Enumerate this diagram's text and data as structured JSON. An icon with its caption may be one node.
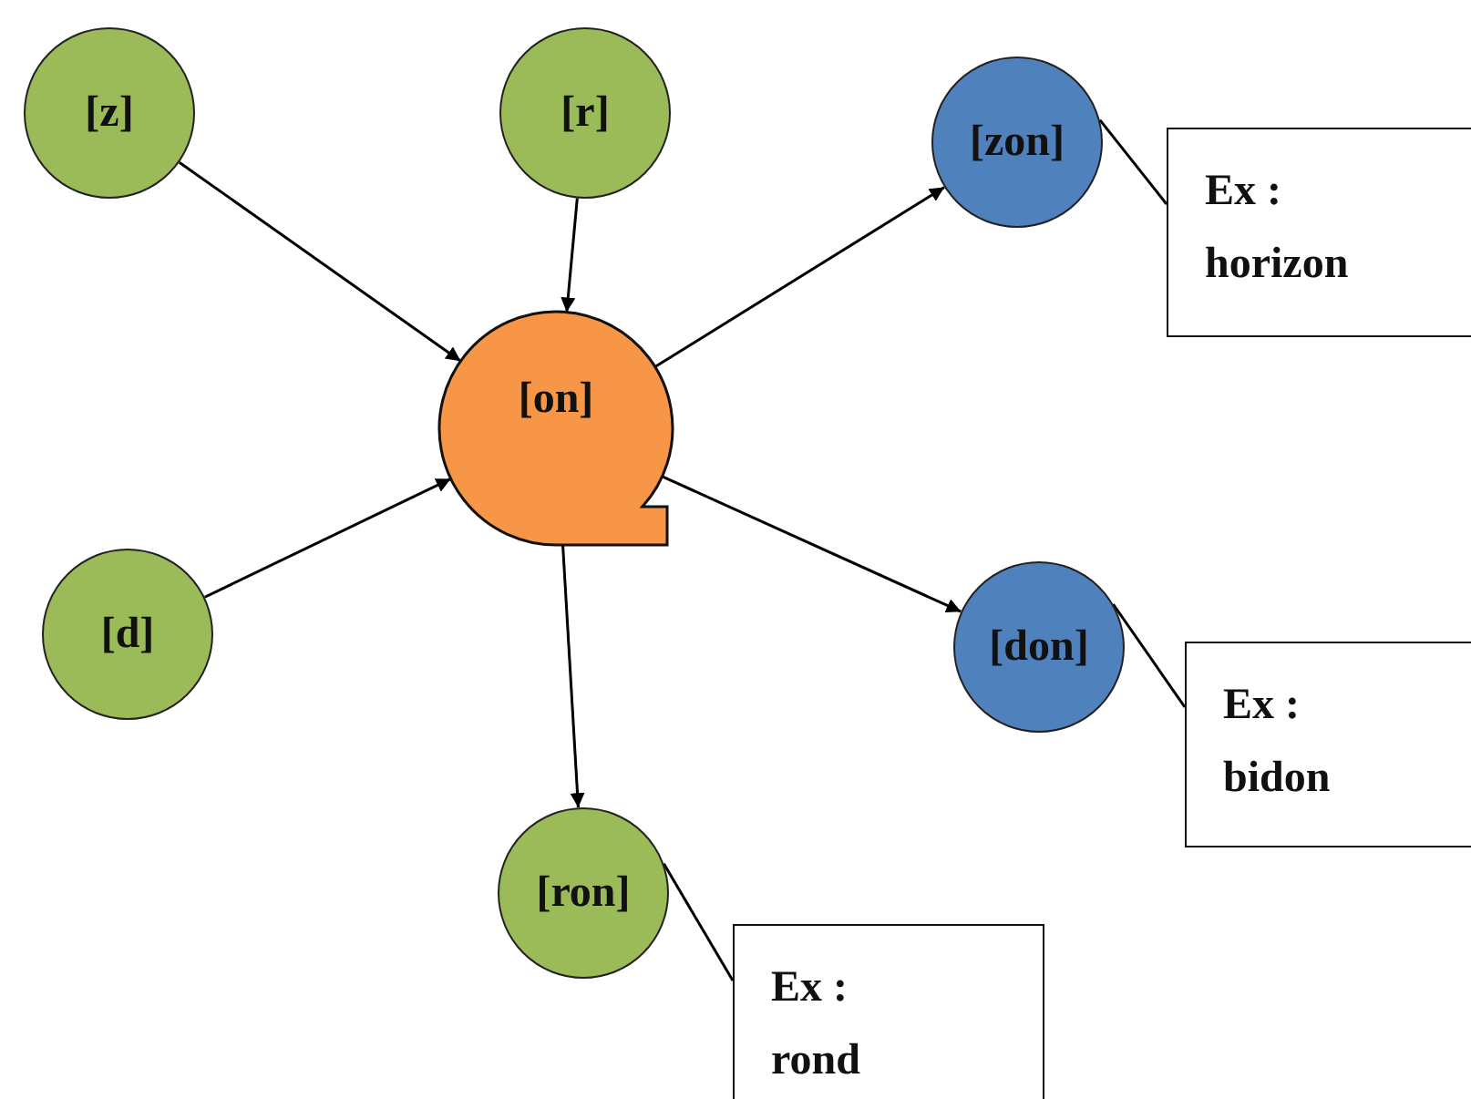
{
  "diagram": {
    "nodes": [
      {
        "text": [
          "[z]"
        ]
      },
      {
        "text": [
          "[r]"
        ]
      },
      {
        "text": [
          "[on]"
        ]
      },
      {
        "text": [
          "[zon]"
        ]
      },
      {
        "text": [
          "Ex :",
          "horizon"
        ]
      },
      {
        "text": [
          "[d]"
        ]
      },
      {
        "text": [
          "[don]"
        ]
      },
      {
        "text": [
          "Ex :",
          "bidon"
        ]
      },
      {
        "text": [
          "[ron]"
        ]
      },
      {
        "text": [
          "Ex :",
          "rond"
        ]
      }
    ],
    "edges": [
      {
        "from": 0,
        "to": 2,
        "arrow": "to"
      },
      {
        "from": 1,
        "to": 2,
        "arrow": "to"
      },
      {
        "from": 5,
        "to": 2,
        "arrow": "to"
      },
      {
        "from": 2,
        "to": 3,
        "arrow": "to"
      },
      {
        "from": 2,
        "to": 6,
        "arrow": "to"
      },
      {
        "from": 2,
        "to": 8,
        "arrow": "to"
      },
      {
        "from": 4,
        "to": 3,
        "arrow": "none"
      },
      {
        "from": 7,
        "to": 6,
        "arrow": "none"
      },
      {
        "from": 9,
        "to": 8,
        "arrow": "none"
      }
    ]
  }
}
